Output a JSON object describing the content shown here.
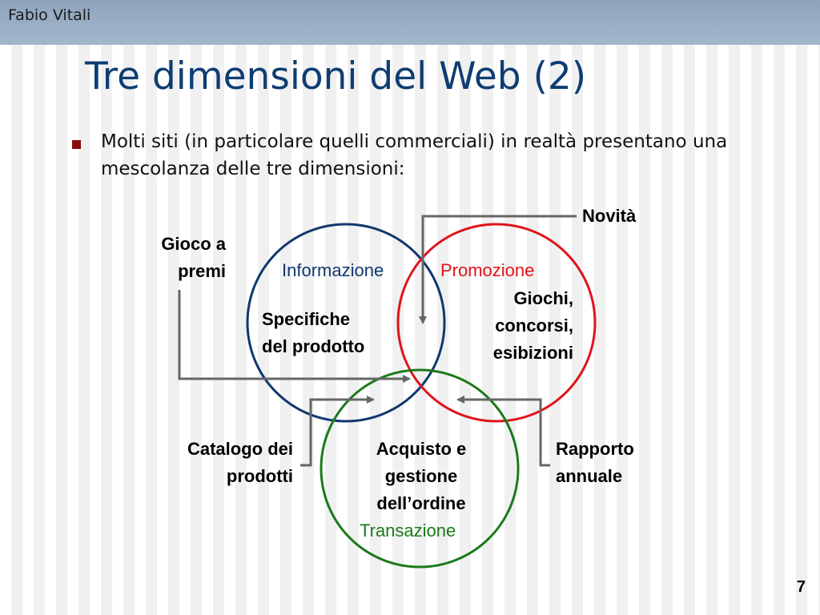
{
  "header": {
    "author": "Fabio Vitali"
  },
  "slide": {
    "title": "Tre dimensioni del Web (2)",
    "bullet": "Molti siti (in particolare quelli commerciali) in realtà presentano una mescolanza delle tre dimensioni:",
    "page_number": "7"
  },
  "diagram": {
    "circles": {
      "informazione": {
        "label": "Informazione",
        "color": "#10386e"
      },
      "promozione": {
        "label": "Promozione",
        "color": "#e0141a"
      },
      "transazione": {
        "label": "Transazione",
        "color": "#1a7a1a"
      }
    },
    "inner": {
      "specifiche": [
        "Specifiche",
        "del prodotto"
      ],
      "giochi": [
        "Giochi,",
        "concorsi,",
        "esibizioni"
      ],
      "acquisto": [
        "Acquisto e",
        "gestione",
        "dell’ordine"
      ]
    },
    "outer": {
      "novita": "Novità",
      "gioco": [
        "Gioco a",
        "premi"
      ],
      "catalogo": [
        "Catalogo dei",
        "prodotti"
      ],
      "rapporto": [
        "Rapporto",
        "annuale"
      ]
    },
    "arrow_color": "#666666"
  }
}
